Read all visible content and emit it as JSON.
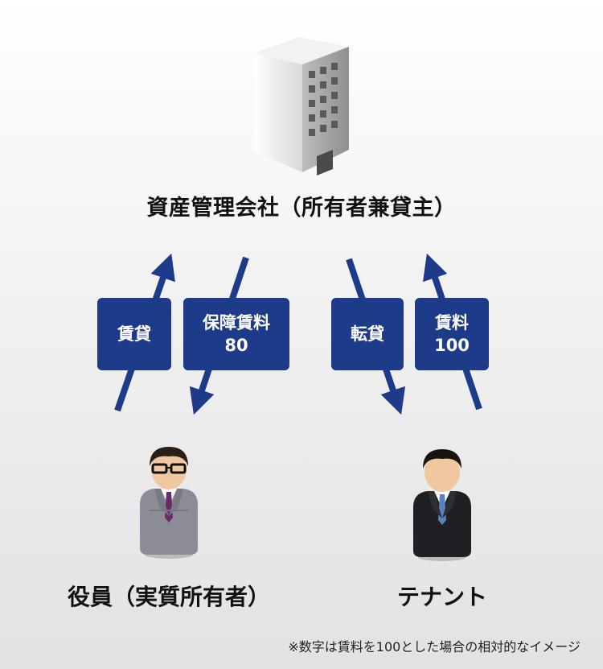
{
  "company": {
    "label": "資産管理会社（所有者兼貸主）",
    "icon": "office-building-icon"
  },
  "boxes": {
    "lease": {
      "line1": "賃貸"
    },
    "guaranteed_rent": {
      "line1": "保障賃料",
      "line2": "80"
    },
    "sublease": {
      "line1": "転貸"
    },
    "rent": {
      "line1": "賃料",
      "line2": "100"
    }
  },
  "people": {
    "officer": {
      "label": "役員（実質所有者）",
      "icon": "businessman-glasses-icon"
    },
    "tenant": {
      "label": "テナント",
      "icon": "businessman-icon"
    }
  },
  "note": "※数字は賃料を100とした場合の相対的なイメージ",
  "colors": {
    "arrow": "#1e3b8a",
    "box_bg": "#1e3b8a",
    "box_text": "#ffffff"
  }
}
